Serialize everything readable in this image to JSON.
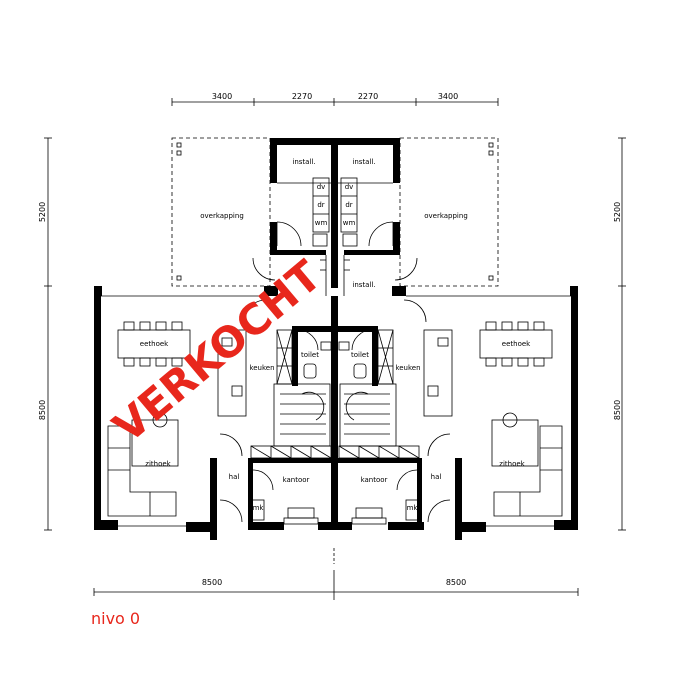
{
  "dimensions": {
    "top": [
      "3400",
      "2270",
      "2270",
      "3400"
    ],
    "side_upper": "5200",
    "side_lower": "8500",
    "bottom": [
      "8500",
      "8500"
    ]
  },
  "rooms": {
    "install_top": "install.",
    "install_mid": "install.",
    "dv": "dv",
    "dr": "dr",
    "wm": "wm",
    "overkapping": "overkapping",
    "eethoek": "eethoek",
    "keuken": "keuken",
    "toilet": "toilet",
    "zithoek": "zithoek",
    "hal": "hal",
    "kantoor": "kantoor",
    "mk": "mk"
  },
  "stamp": {
    "text": "VERKOCHT",
    "color": "#e8271c"
  },
  "level_label": {
    "text": "nivo 0",
    "color": "#e8271c"
  }
}
